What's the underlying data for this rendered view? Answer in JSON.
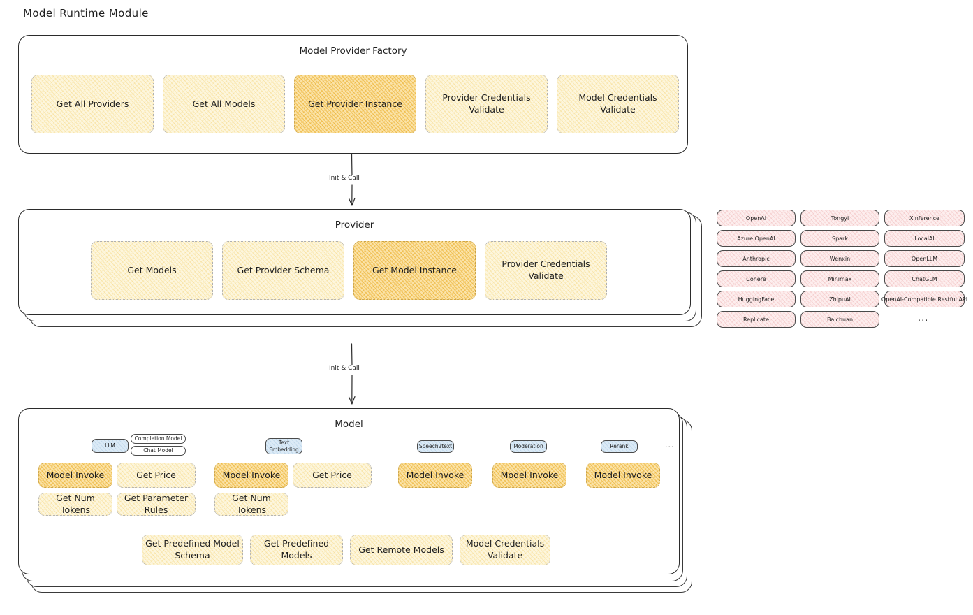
{
  "page": {
    "title": "Model Runtime Module"
  },
  "factory": {
    "title": "Model Provider Factory",
    "boxes": [
      {
        "label": "Get All Providers",
        "highlight": false
      },
      {
        "label": "Get All Models",
        "highlight": false
      },
      {
        "label": "Get Provider Instance",
        "highlight": true
      },
      {
        "label": "Provider Credentials Validate",
        "highlight": false
      },
      {
        "label": "Model Credentials Validate",
        "highlight": false
      }
    ]
  },
  "arrows": [
    {
      "label": "Init & Call"
    },
    {
      "label": "Init & Call"
    }
  ],
  "provider": {
    "title": "Provider",
    "boxes": [
      {
        "label": "Get Models",
        "highlight": false
      },
      {
        "label": "Get Provider Schema",
        "highlight": false
      },
      {
        "label": "Get Model Instance",
        "highlight": true
      },
      {
        "label": "Provider Credentials Validate",
        "highlight": false
      }
    ]
  },
  "provider_list": {
    "columns": [
      {
        "items": [
          "OpenAI",
          "Azure OpenAI",
          "Anthropic",
          "Cohere",
          "HuggingFace",
          "Replicate"
        ]
      },
      {
        "items": [
          "Tongyi",
          "Spark",
          "Wenxin",
          "Minimax",
          "ZhipuAI",
          "Baichuan"
        ]
      },
      {
        "items": [
          "Xinference",
          "LocalAI",
          "OpenLLM",
          "ChatGLM",
          "OpenAI-Compatible Restful API"
        ]
      }
    ],
    "more": "..."
  },
  "model": {
    "title": "Model",
    "more": "...",
    "types": [
      {
        "badge": "LLM",
        "badge_style": "blue",
        "sub_badges": [
          "Completion Model",
          "Chat Model"
        ],
        "boxes": [
          {
            "label": "Model Invoke",
            "highlight": true
          },
          {
            "label": "Get Price",
            "highlight": false
          },
          {
            "label": "Get Num Tokens",
            "highlight": false
          },
          {
            "label": "Get Parameter Rules",
            "highlight": false
          }
        ]
      },
      {
        "badge": "Text Embedding",
        "badge_style": "blue",
        "sub_badges": [],
        "boxes": [
          {
            "label": "Model Invoke",
            "highlight": true
          },
          {
            "label": "Get Price",
            "highlight": false
          },
          {
            "label": "Get Num Tokens",
            "highlight": false
          }
        ]
      },
      {
        "badge": "Speech2text",
        "badge_style": "blue",
        "sub_badges": [],
        "boxes": [
          {
            "label": "Model Invoke",
            "highlight": true
          }
        ]
      },
      {
        "badge": "Moderation",
        "badge_style": "blue",
        "sub_badges": [],
        "boxes": [
          {
            "label": "Model Invoke",
            "highlight": true
          }
        ]
      },
      {
        "badge": "Rerank",
        "badge_style": "blue",
        "sub_badges": [],
        "boxes": [
          {
            "label": "Model Invoke",
            "highlight": true
          }
        ]
      }
    ],
    "common_boxes": [
      {
        "label": "Get Predefined Model Schema"
      },
      {
        "label": "Get Predefined Models"
      },
      {
        "label": "Get Remote Models"
      },
      {
        "label": "Model Credentials Validate"
      }
    ]
  },
  "colors": {
    "box_fill": "#fdf6dd",
    "box_fill_highlight": "#fbe3a8",
    "chip_fill": "#fdeeee",
    "badge_blue": "#dbeaf6",
    "stroke": "#1e1e1e"
  }
}
